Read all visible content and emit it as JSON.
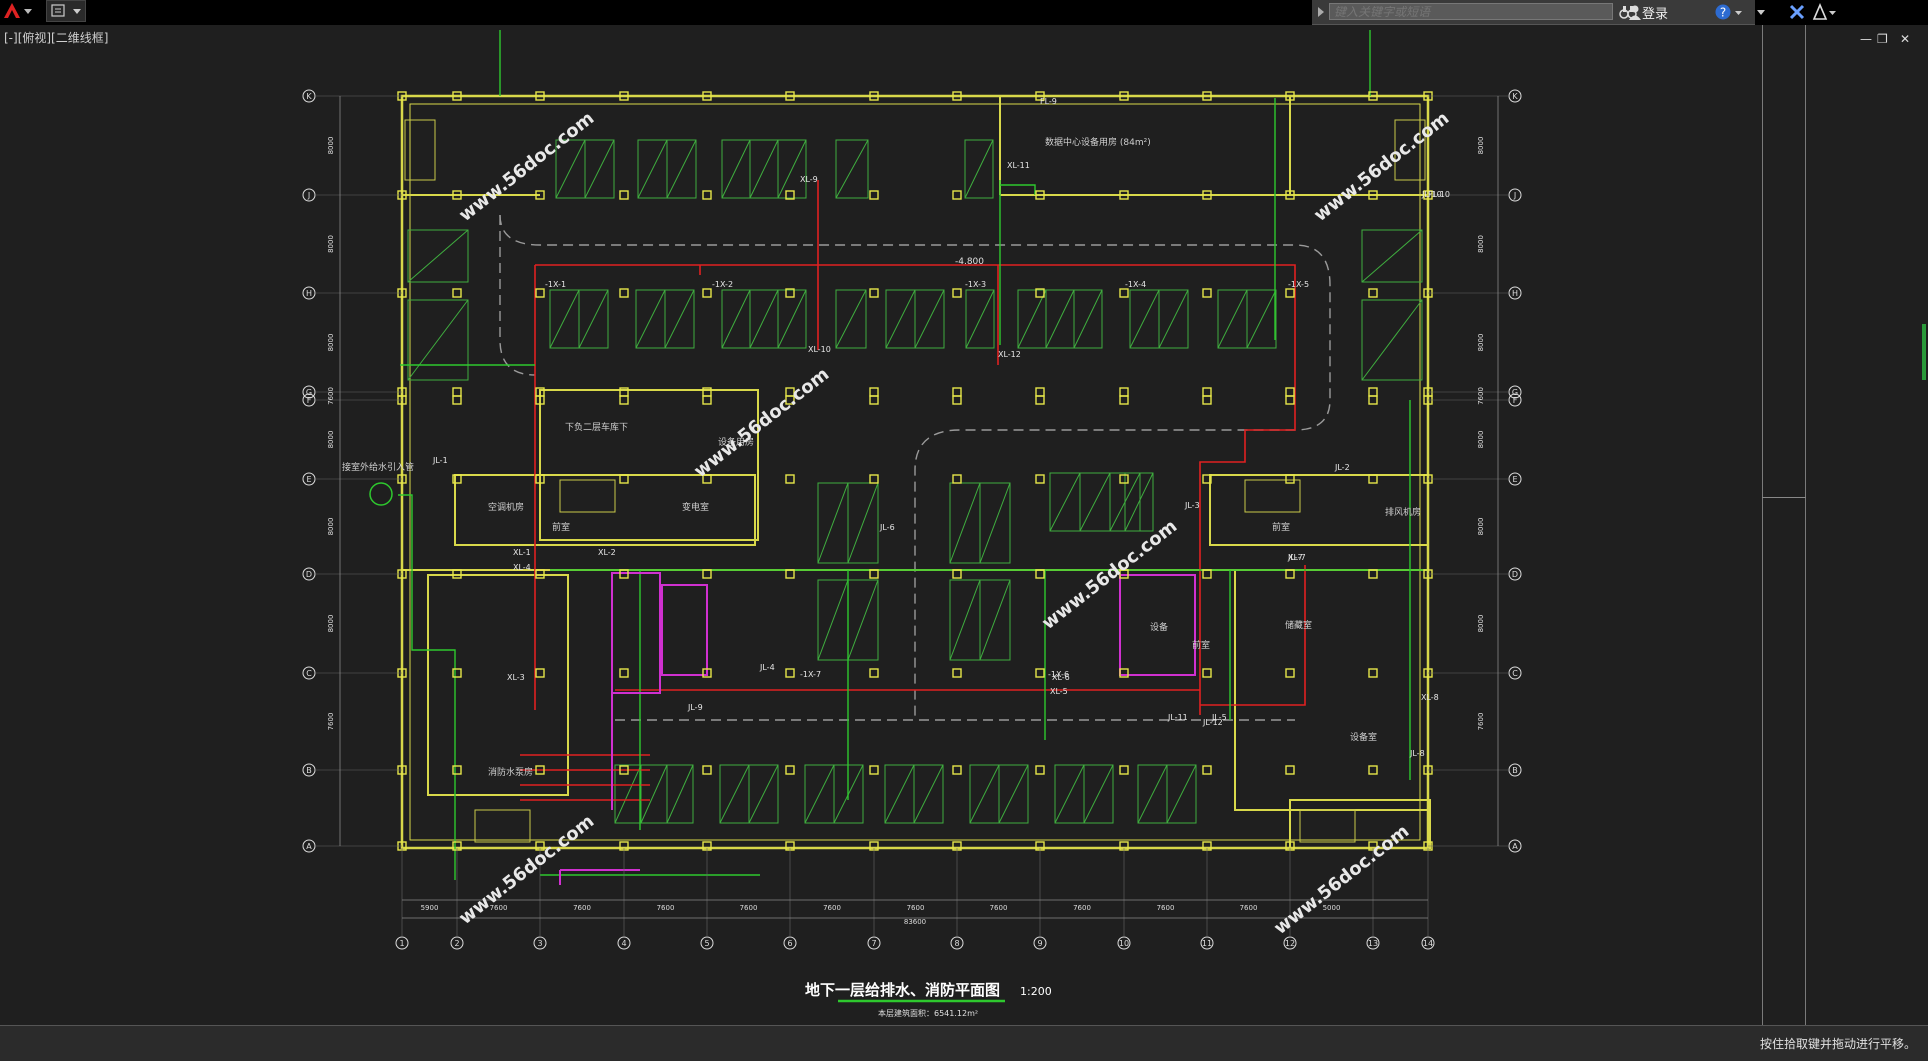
{
  "app": {
    "search_placeholder": "键入关键字或短语",
    "login_label": "登录",
    "view_label": "[-][俯视][二维线框]"
  },
  "status": {
    "hint": "按住拾取键并拖动进行平移。"
  },
  "drawing": {
    "title": "地下一层给排水、消防平面图",
    "scale": "1:200",
    "area_note": "本层建筑面积：6541.12m²",
    "watermark": "www.56doc.com",
    "row_axes": [
      "K",
      "J",
      "H",
      "G",
      "F",
      "E",
      "D",
      "C",
      "B",
      "A"
    ],
    "col_axes": [
      "1",
      "2",
      "3",
      "4",
      "5",
      "6",
      "7",
      "8",
      "9",
      "10",
      "11",
      "12",
      "13",
      "14"
    ],
    "col_dims": [
      "5900",
      "7600",
      "7600",
      "7600",
      "7600",
      "7600",
      "7600",
      "7600",
      "7600",
      "7600",
      "7600",
      "5000"
    ],
    "total_dim": "83600",
    "left_dims": [
      "8000",
      "8000",
      "8000",
      "7600",
      "8000",
      "8000",
      "8000",
      "7600"
    ],
    "rooms": {
      "data_center": "数据中心设备用房 (84m²)",
      "ac_room": "空调机房",
      "substation": "变电室",
      "front_room_1": "前室",
      "front_room_2": "前室",
      "front_room_3": "前室",
      "equipment_1": "设备",
      "equipment_2": "设备室",
      "storage": "储藏室",
      "exhaust": "排风机房",
      "ramp": "下负二层车库下",
      "equip_room": "设备用房",
      "intake": "接室外给水引入管",
      "pump_room": "消防水泵房"
    },
    "pipes": [
      "JL-1",
      "JL-2",
      "JL-3",
      "JL-4",
      "JL-5",
      "JL-6",
      "JL-7",
      "JL-8",
      "JL-9",
      "JL-10",
      "JL-11",
      "JL-12",
      "XL-1",
      "XL-2",
      "XL-3",
      "XL-4",
      "XL-5",
      "XL-6",
      "XL-7",
      "XL-8",
      "XL-9",
      "XL-10",
      "XL-11",
      "XL-12",
      "-1X-1",
      "-1X-2",
      "-1X-3",
      "-1X-4",
      "-1X-5",
      "-1X-6",
      "-1X-7",
      "FL-9",
      "FL-10"
    ],
    "elevation": "-4.800"
  }
}
